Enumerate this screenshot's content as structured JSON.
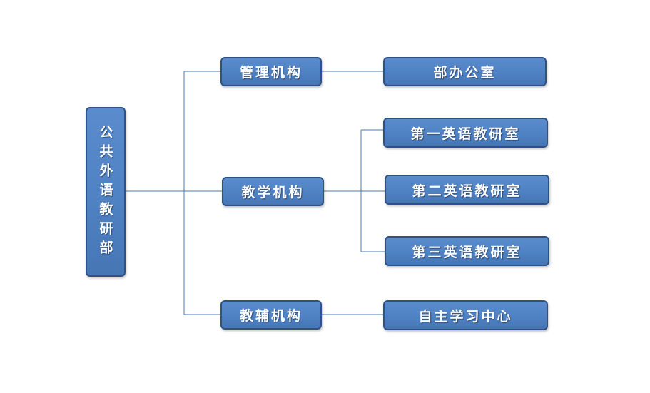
{
  "root": {
    "label": "公共外语教研部"
  },
  "branches": [
    {
      "label": "管理机构",
      "children": [
        "部办公室"
      ]
    },
    {
      "label": "教学机构",
      "children": [
        "第一英语教研室",
        "第二英语教研室",
        "第三英语教研室"
      ]
    },
    {
      "label": "教辅机构",
      "children": [
        "自主学习中心"
      ]
    }
  ],
  "colors": {
    "box_fill": "#4f82c3",
    "box_border": "#2f5286",
    "connector": "#4a78b0",
    "text": "#ffffff"
  }
}
